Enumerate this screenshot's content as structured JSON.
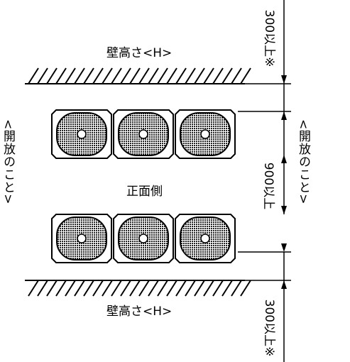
{
  "labels": {
    "wall_height_top": "壁高さ<H>",
    "wall_height_bottom": "壁高さ<H>",
    "front_side": "正面側",
    "open_left": "<開放のこと>",
    "open_right": "<開放のこと>",
    "dim_top": "300以上※",
    "dim_middle": "900以上",
    "dim_bottom": "300以上※"
  },
  "layout": {
    "top_row_units": 3,
    "bottom_row_units": 3
  },
  "colors": {
    "line": "#000000",
    "fan_fill": "#333333",
    "background": "#ffffff"
  }
}
